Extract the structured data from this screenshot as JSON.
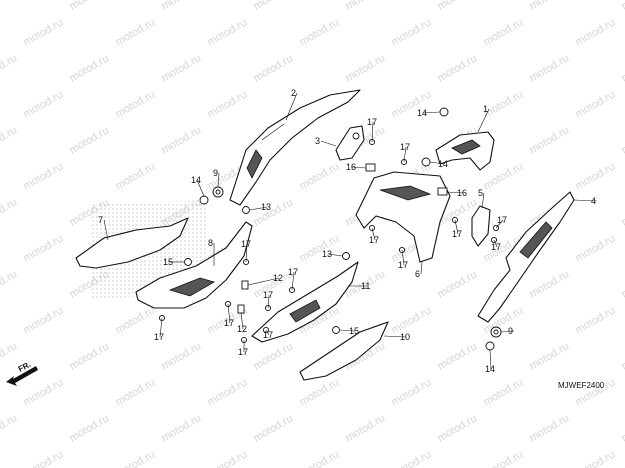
{
  "watermark": {
    "text": "motod.ru"
  },
  "direction_arrow": {
    "label": "FR."
  },
  "diagram_code": "MJWEF2400",
  "callouts": [
    "1",
    "2",
    "3",
    "4",
    "5",
    "6",
    "7",
    "8",
    "9",
    "9",
    "10",
    "11",
    "12",
    "12",
    "13",
    "13",
    "14",
    "14",
    "14",
    "14",
    "15",
    "15",
    "16",
    "16",
    "17",
    "17",
    "17",
    "17",
    "17",
    "17",
    "17",
    "17",
    "17",
    "17",
    "17",
    "17",
    "17",
    "17"
  ]
}
